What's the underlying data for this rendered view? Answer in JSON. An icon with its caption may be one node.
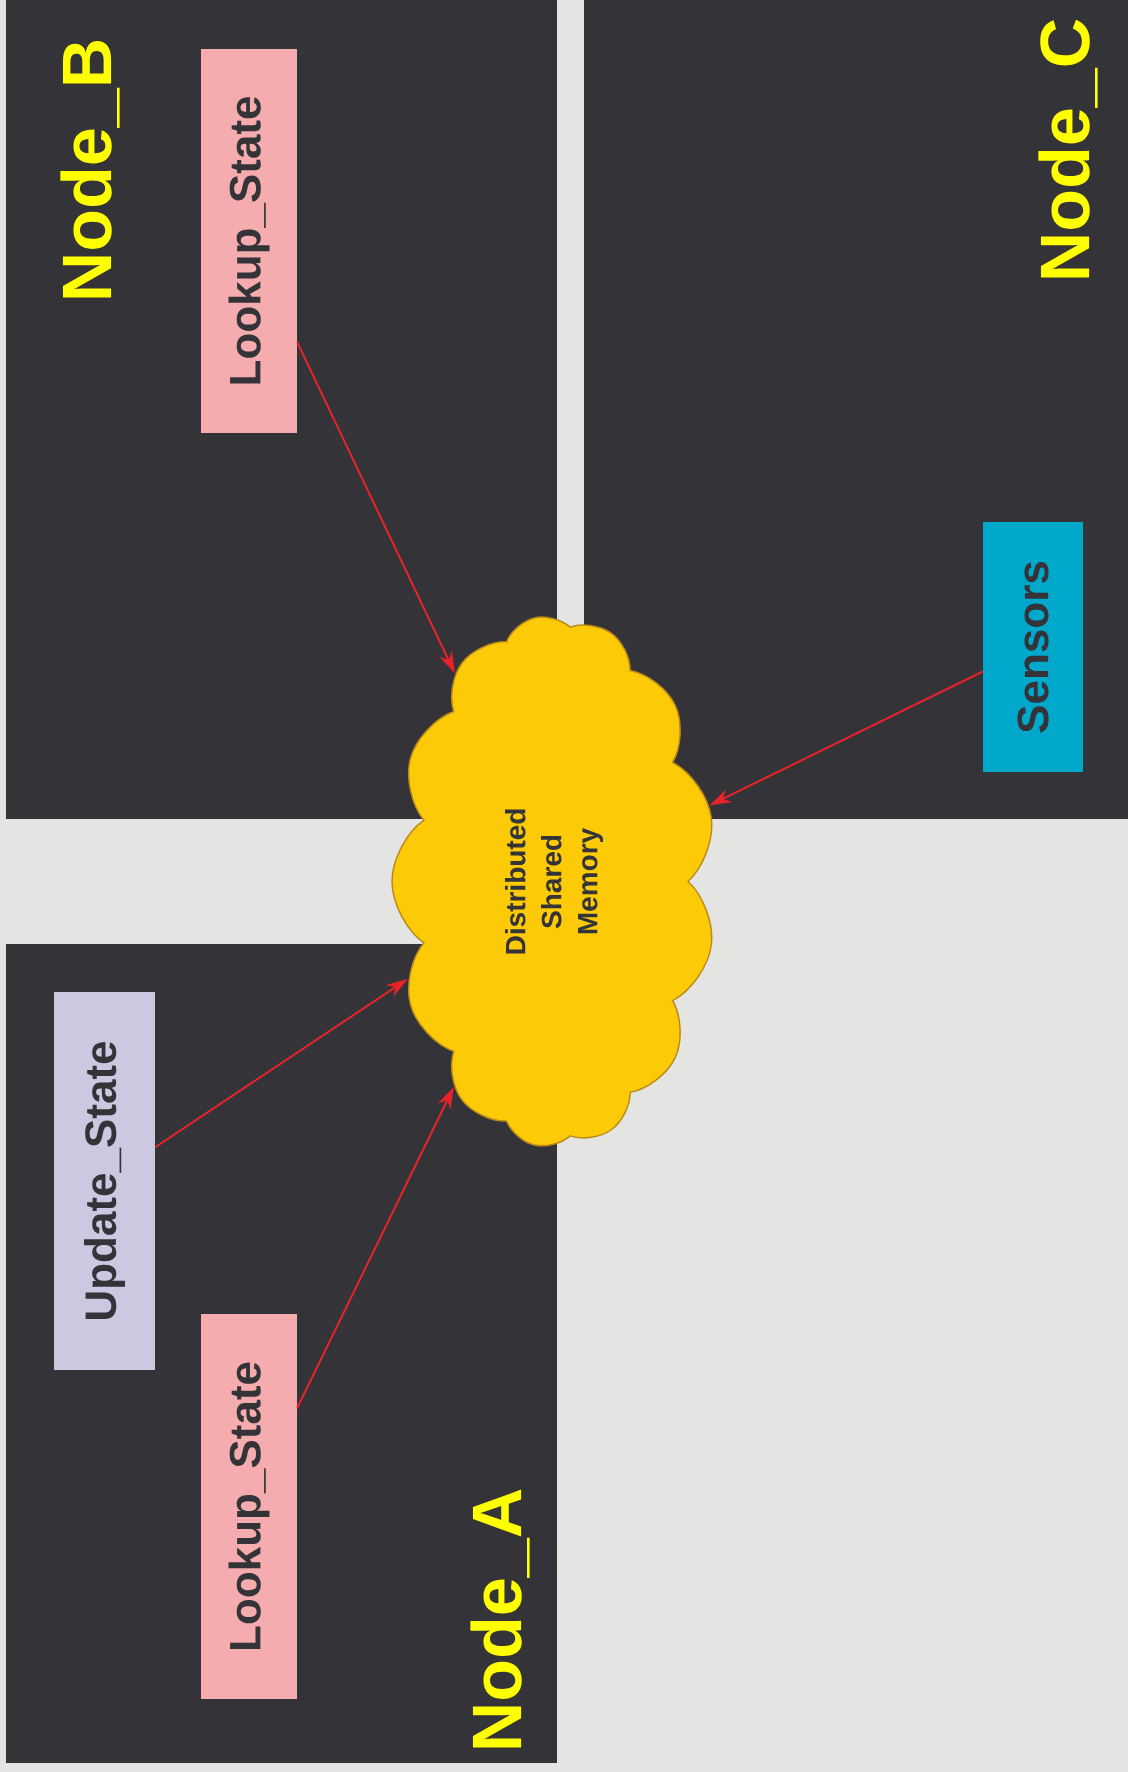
{
  "diagram": {
    "nodes": [
      {
        "text": [
          "Node_B"
        ]
      },
      {
        "text": [
          "Lookup_State"
        ],
        "in": 0
      },
      {
        "text": [
          "Node_C"
        ]
      },
      {
        "text": [
          "Sensors"
        ],
        "in": 2
      },
      {
        "text": [
          "Distributed Shared Memory"
        ]
      },
      {
        "text": [
          "Node_A"
        ]
      },
      {
        "text": [
          "Update_State"
        ],
        "in": 5
      },
      {
        "text": [
          "Lookup_State"
        ],
        "in": 5
      }
    ],
    "edges": [
      {
        "from": 1,
        "to": 4,
        "arrow": "to"
      },
      {
        "from": 3,
        "to": 4,
        "arrow": "to"
      },
      {
        "from": 6,
        "to": 4,
        "arrow": "to"
      },
      {
        "from": 7,
        "to": 4,
        "arrow": "to"
      }
    ]
  }
}
